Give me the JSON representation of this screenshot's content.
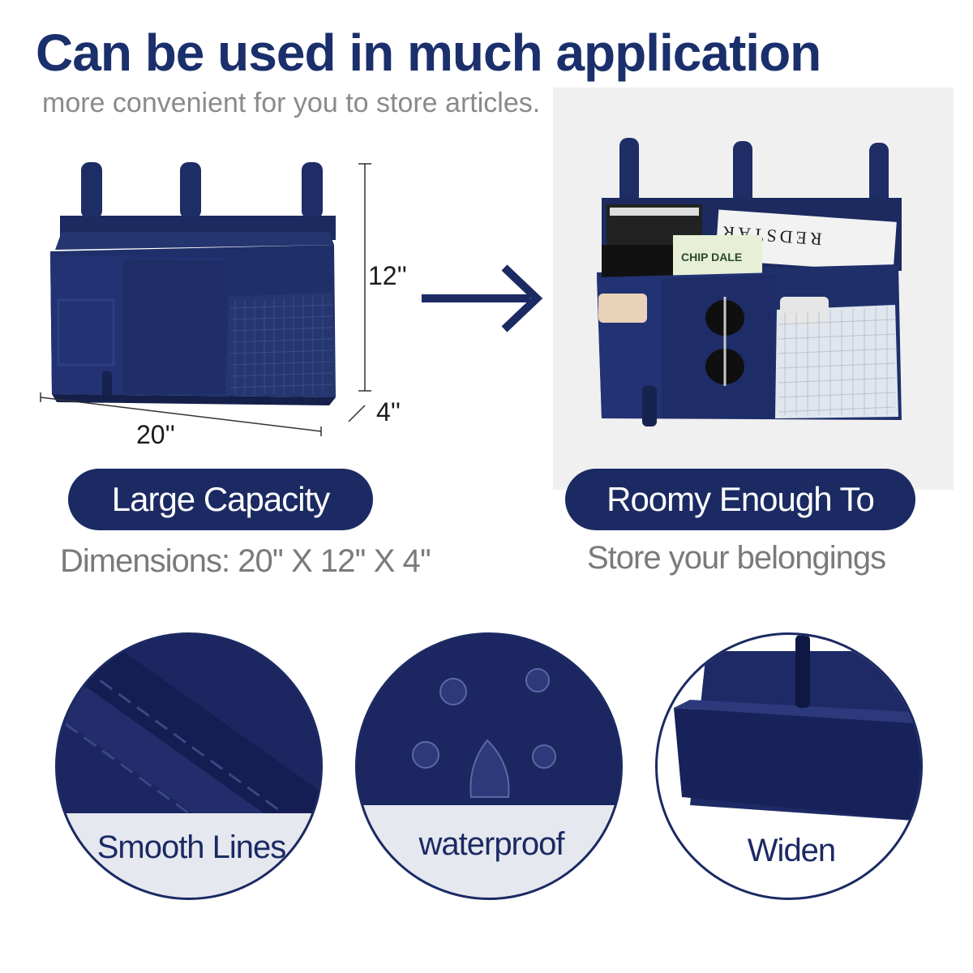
{
  "header": {
    "title": "Can be used in much application",
    "subtitle": "more convenient for you to store articles."
  },
  "left_panel": {
    "dim_height": "12''",
    "dim_depth": "4''",
    "dim_width": "20''",
    "pill": "Large Capacity",
    "caption": "Dimensions: 20'' X 12'' X 4''"
  },
  "right_panel": {
    "pill": "Roomy Enough To",
    "caption": "Store your belongings",
    "book_label": "REDSTAR",
    "card_label": "CHIP DALE"
  },
  "features": [
    {
      "label": "Smooth Lines"
    },
    {
      "label": "waterproof"
    },
    {
      "label": "Widen"
    }
  ],
  "colors": {
    "navy": "#1b2a63",
    "title": "#1a2f6b",
    "grey_text": "#7a7a7a"
  }
}
